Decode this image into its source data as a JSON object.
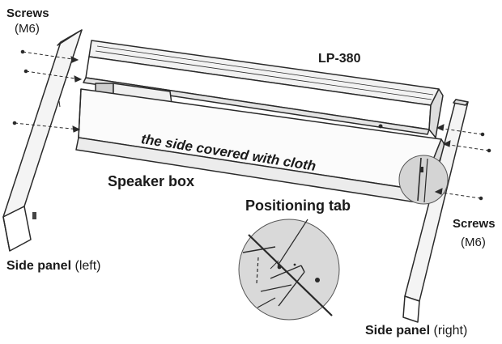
{
  "labels": {
    "screws_left": "Screws",
    "screws_left_spec": "(M6)",
    "model": "LP-380",
    "cloth": "the side covered with cloth",
    "speaker_box": "Speaker box",
    "positioning_tab": "Positioning tab",
    "screws_right": "Screws",
    "screws_right_spec": "(M6)",
    "side_left_bold": "Side panel",
    "side_left_normal": "(left)",
    "side_right_bold": "Side panel",
    "side_right_normal": "(right)"
  },
  "colors": {
    "line": "#2a2a2a",
    "fill": "#ffffff",
    "shade": "#d8d8d8",
    "zoom_circle": "#dcdcdc"
  }
}
